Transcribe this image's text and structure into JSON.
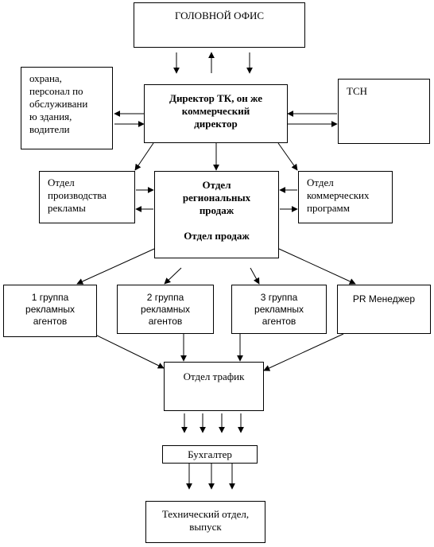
{
  "head_office": "ГОЛОВНОЙ ОФИС",
  "director": [
    "Директор ТК, он же",
    "коммерческий",
    "директор"
  ],
  "security_staff": [
    "охрана,",
    "персонал по",
    "обслуживани",
    "ю здания,",
    "водители"
  ],
  "tsn": "ТСН",
  "ad_production": [
    "Отдел",
    "производства",
    "рекламы"
  ],
  "regional_sales": [
    "Отдел",
    "региональных",
    "продаж"
  ],
  "sales_dept": "Отдел продаж",
  "commercial_programs": [
    "Отдел",
    "коммерческих",
    "программ"
  ],
  "group1": [
    "1 группа",
    "рекламных",
    "агентов"
  ],
  "group2": [
    "2 группа",
    "рекламных",
    "агентов"
  ],
  "group3": [
    "3 группа",
    "рекламных",
    "агентов"
  ],
  "pr_manager": "PR Менеджер",
  "traffic_dept": "Отдел трафик",
  "accountant": "Бухгалтер",
  "tech_dept": [
    "Технический отдел,",
    "выпуск"
  ]
}
